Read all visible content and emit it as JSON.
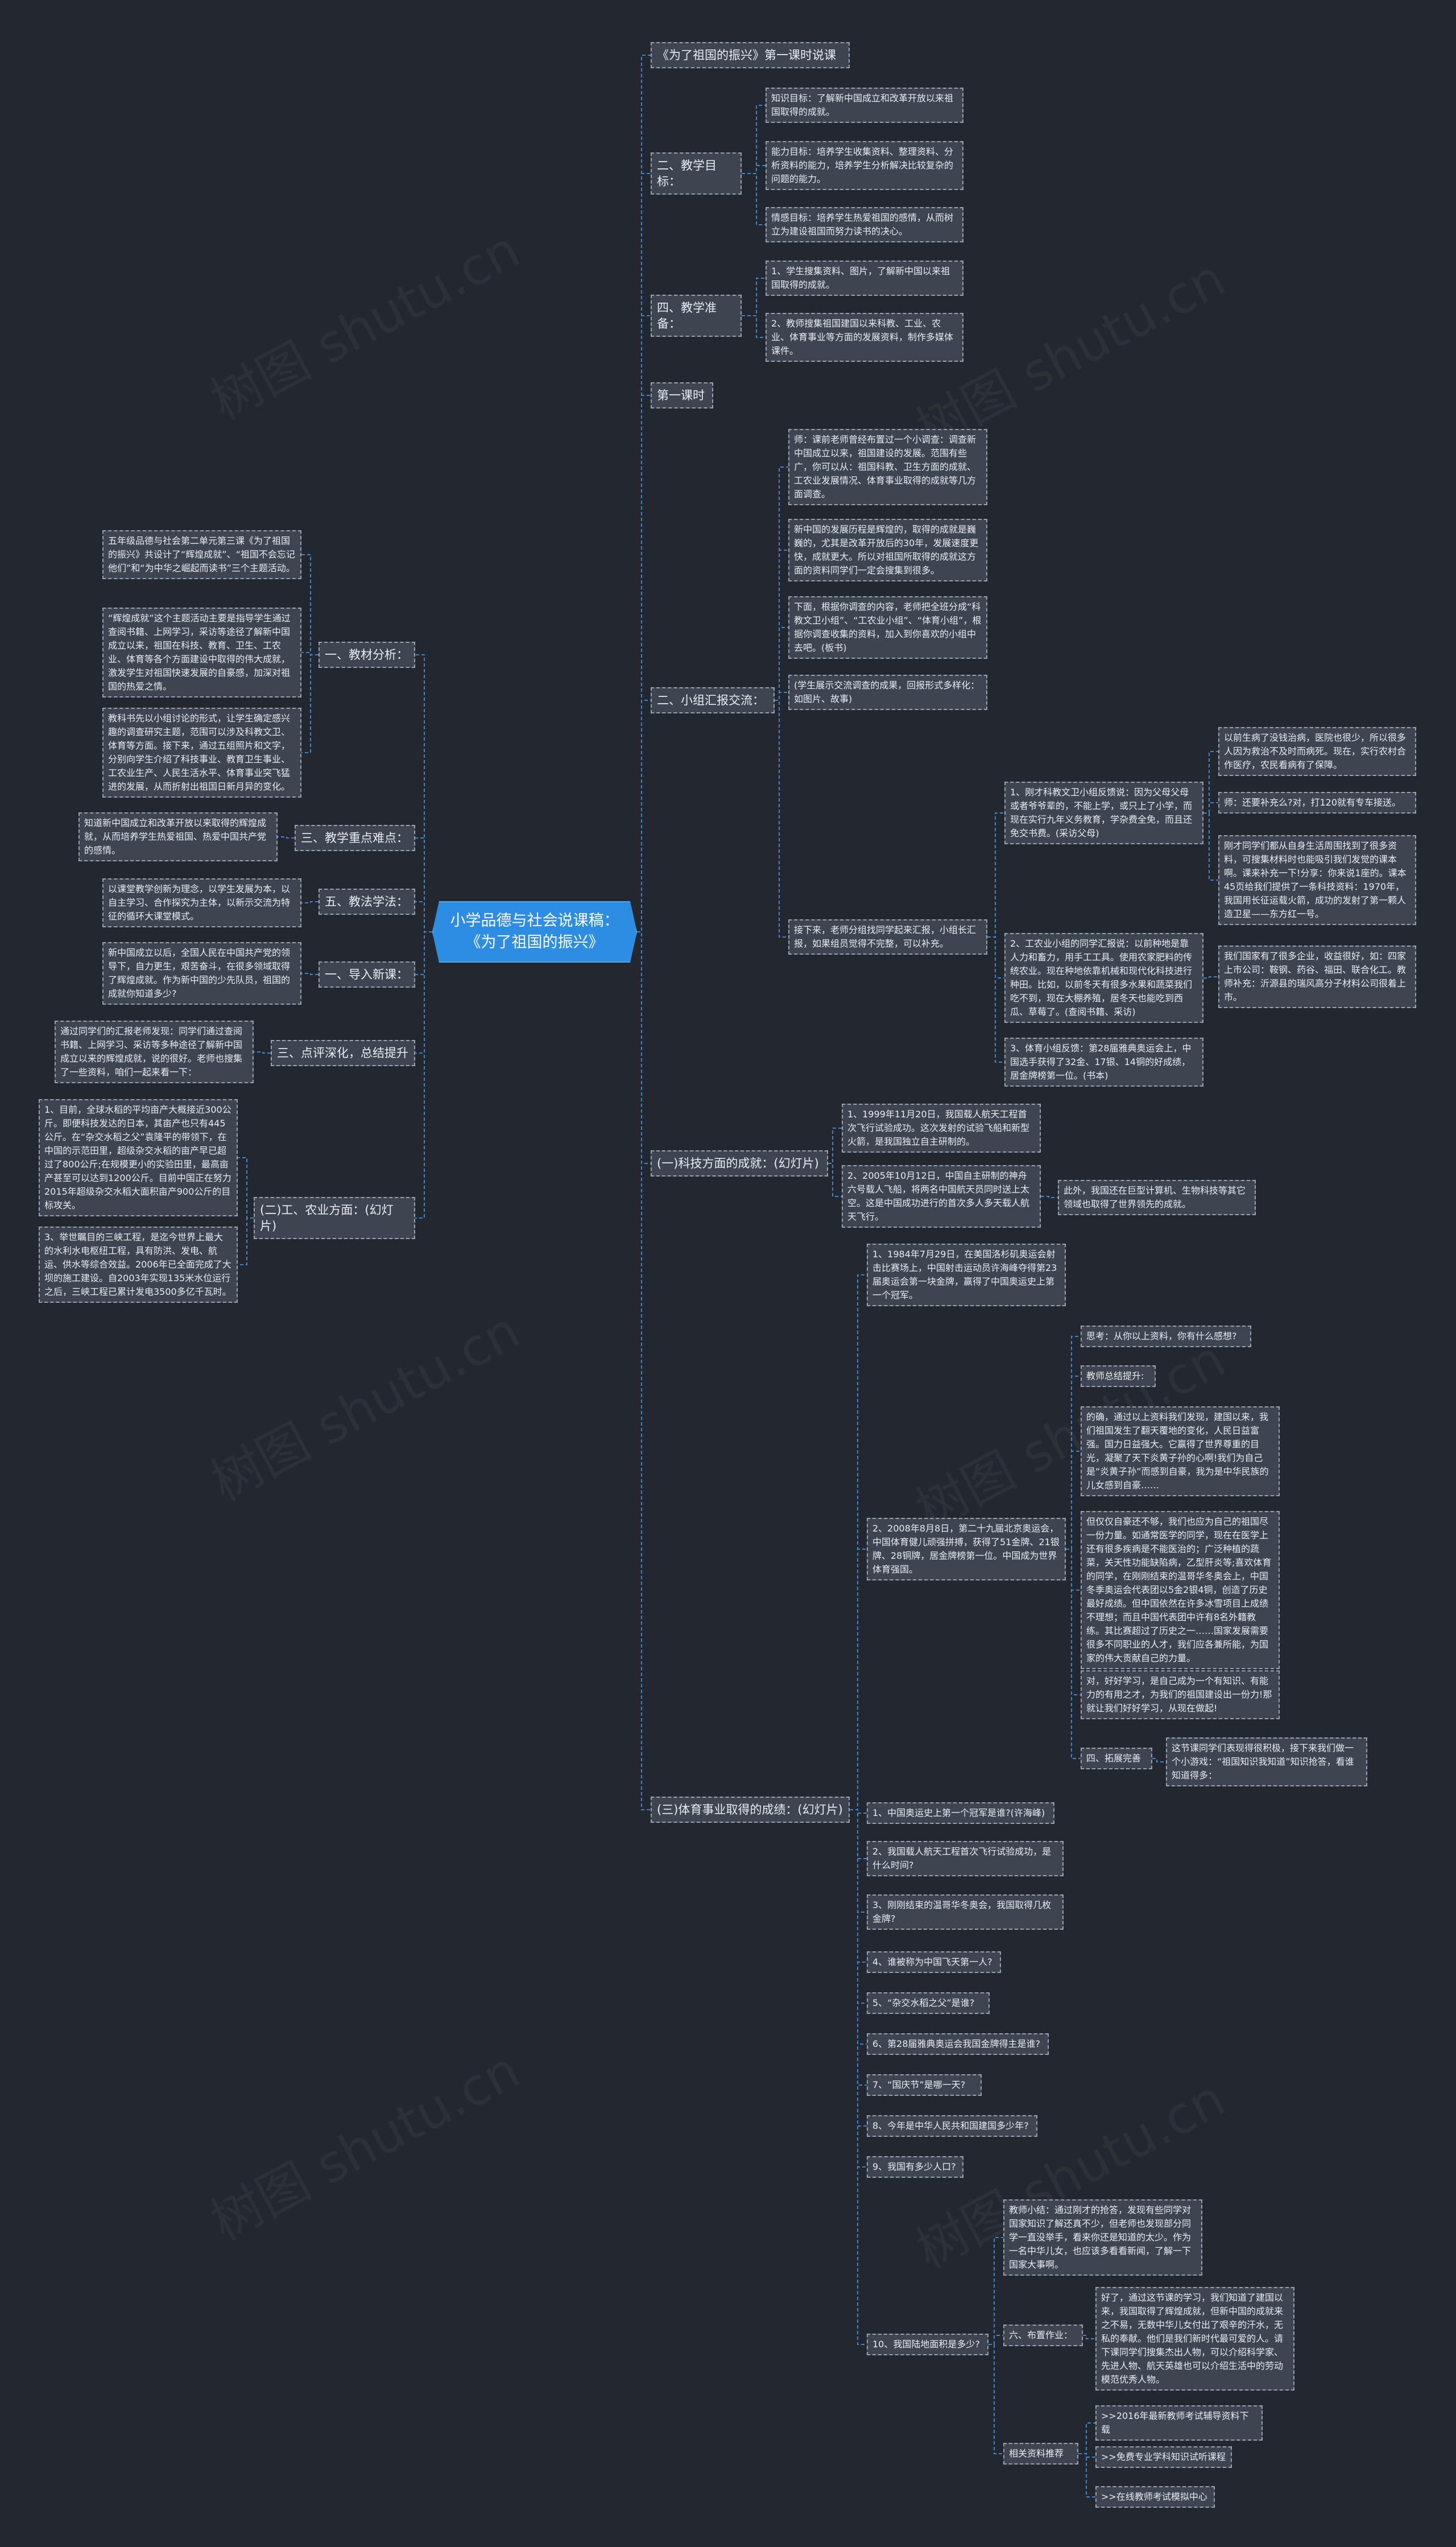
{
  "title": "小学品德与社会说课稿：《为了祖国的振兴》",
  "watermark": "树图 shutu.cn",
  "colors": {
    "background": "#23272f",
    "root": "#2c8de2",
    "node": "#3e4450",
    "line": "#3f86c8"
  },
  "nodes": {
    "r_title": "《为了祖国的振兴》第一课时说课",
    "r_goals": "二、教学目标：",
    "g1": "知识目标：了解新中国成立和改革开放以来祖国取得的成就。",
    "g2": "能力目标：培养学生收集资料、整理资料、分析资料的能力，培养学生分析解决比较复杂的问题的能力。",
    "g3": "情感目标：培养学生热爱祖国的感情，从而树立为建设祖国而努力读书的决心。",
    "r_prep": "四、教学准备：",
    "p1": "1、学生搜集资料、图片，了解新中国以来祖国取得的成就。",
    "p2": "2、教师搜集祖国建国以来科教、工业、农业、体育事业等方面的发展资料，制作多媒体课件。",
    "r_first": "第一课时",
    "r_report": "二、小组汇报交流：",
    "rp1": "师：课前老师曾经布置过一个小调查：调查新中国成立以来，祖国建设的发展。范围有些广，你可以从：祖国科教、卫生方面的成就、工农业发展情况、体育事业取得的成就等几方面调查。",
    "rp2": "新中国的发展历程是辉煌的，取得的成就是巍巍的，尤其是改革开放后的30年，发展速度更快，成就更大。所以对祖国所取得的成就这方面的资料同学们一定会搜集到很多。",
    "rp3": "下面，根据你调查的内容，老师把全班分成“科教文卫小组”、“工农业小组”、“体育小组”，根据你调查收集的资料，加入到你喜欢的小组中去吧。(板书)",
    "rp4": "(学生展示交流调查的成果，回报形式多样化：如图片、故事)",
    "rp5": "接下来，老师分组找同学起来汇报，小组长汇报，如果组员觉得不完整，可以补充。",
    "s1": "1、刚才科教文卫小组反馈说：因为父母父母或者爷爷辈的，不能上学，或只上了小学，而现在实行九年义务教育，学杂费全免，而且还免交书费。(采访父母)",
    "s1a": "以前生病了没钱治病，医院也很少，所以很多人因为救治不及时而病死。现在，实行农村合作医疗，农民看病有了保障。",
    "s1b": "师：还要补充么?对，打120就有专车接送。",
    "s1c": "刚才同学们都从自身生活周围找到了很多资料，可搜集材料时也能吸引我们发觉的课本啊。课来补充一下!分享：你来说1座的。课本45页给我们提供了一条科技资料：1970年，我国用长征运载火箭，成功的发射了第一颗人造卫星——东方红一号。",
    "s2": "2、工农业小组的同学汇报说：以前种地是靠人力和畜力，用手工工具。使用农家肥料的传统农业。现在种地依靠机械和现代化科技进行种田。比如，以前冬天有很多水果和蔬菜我们吃不到，现在大棚养殖，居冬天也能吃到西瓜、草莓了。(查阅书籍、采访)",
    "s2a": "我们国家有了很多企业，收益很好，如：四家上市公司：鞍钢、药谷、福田、联合化工。教师补充：沂源县的瑞风高分子材料公司很着上市。",
    "s3": "3、体育小组反馈：第28届雅典奥运会上，中国选手获得了32金、17银、14铜的好成绩，居金牌榜第一位。(书本)",
    "r_tech": "(一)科技方面的成就：(幻灯片)",
    "t1": "1、1999年11月20日，我国载人航天工程首次飞行试验成功。这次发射的试验飞船和新型火箭，是我国独立自主研制的。",
    "t2": "2、2005年10月12日，中国自主研制的神舟六号载人飞船，将两名中国航天员同时送上太空。这是中国成功进行的首次多人多天载人航天飞行。",
    "t2a": "此外，我国还在巨型计算机、生物科技等其它领域也取得了世界领先的成就。",
    "r_sports": "(三)体育事业取得的成绩：(幻灯片)",
    "sp1": "1、1984年7月29日，在美国洛杉矶奥运会射击比赛场上，中国射击运动员许海峰夺得第23届奥运会第一块金牌，赢得了中国奥运史上第一个冠军。",
    "sp2": "2、2008年8月8日，第二十九届北京奥运会，中国体育健儿顽强拼搏，获得了51金牌、21银牌、28铜牌，居金牌榜第一位。中国成为世界体育强国。",
    "sp2a": "思考：从你以上资料，你有什么感想?",
    "sp2b": "教师总结提升:",
    "sp2c": "的确，通过以上资料我们发现，建国以来，我们祖国发生了翻天覆地的变化，人民日益富强。国力日益强大。它赢得了世界尊重的目光，凝聚了天下炎黄子孙的心啊!我们为自己是“炎黄子孙”而感到自豪，我为是中华民族的儿女感到自豪……",
    "sp2d": "但仅仅自豪还不够，我们也应为自己的祖国尽一份力量。如通常医学的同学，现在在医学上还有很多疾病是不能医治的；广泛种植的蔬菜，关天性功能缺陷病，乙型肝炎等;喜欢体育的同学，在刚刚结束的温哥华冬奥会上，中国冬季奥运会代表团以5金2银4铜，创造了历史最好成绩。但中国依然在许多冰雪项目上成绩不理想；而且中国代表团中许有8名外籍教练。其比赛超过了历史之一……国家发展需要很多不同职业的人才，我们应各兼所能，为国家的伟大贡献自己的力量。",
    "sp2e": "对，好好学习，是自己成为一个有知识、有能力的有用之才，为我们的祖国建设出一份力!那就让我们好好学习，从现在做起!",
    "sp2f": "四、拓展完善",
    "sp2g": "这节课同学们表现得很积极，接下来我们做一个小游戏：“祖国知识我知道”知识抢答，看谁知道得多：",
    "q1": "1、中国奥运史上第一个冠军是谁?(许海峰)",
    "q2": "2、我国载人航天工程首次飞行试验成功，是什么时间?",
    "q3": "3、刚刚结束的温哥华冬奥会，我国取得几枚金牌?",
    "q4": "4、谁被称为中国飞天第一人?",
    "q5": "5、“杂交水稻之父”是谁?",
    "q6": "6、第28届雅典奥运会我国金牌得主是谁?",
    "q7": "7、“国庆节”是哪一天?",
    "q8": "8、今年是中华人民共和国建国多少年?",
    "q9": "9、我国有多少人口?",
    "q10": "10、我国陆地面积是多少?",
    "q10a": "教师小结：通过刚才的抢答，发现有些同学对国家知识了解还真不少，但老师也发现部分同学一直没举手，看来你还是知道的太少。作为一名中华儿女，也应该多看看新闻，了解一下国家大事啊。",
    "q10b": "六、布置作业：",
    "q10c": "好了，通过这节课的学习，我们知道了建国以来，我国取得了辉煌成就，但新中国的成就来之不易，无数中华儿女付出了艰辛的汗水，无私的奉献。他们是我们新时代最可爱的人。请下课同学们搜集杰出人物，可以介绍科学家、先进人物、航天英雄也可以介绍生活中的劳动模范优秀人物。",
    "q10d": "相关资料推荐",
    "q10e": ">>2016年最新教师考试辅导资料下载",
    "q10f": ">>免费专业学科知识试听课程",
    "q10g": ">>在线教师考试模拟中心",
    "l_anal": "一、教材分析：",
    "la1": "五年级品德与社会第二单元第三课《为了祖国的振兴》共设计了“辉煌成就”、“祖国不会忘记他们”和“为中华之崛起而读书”三个主题活动。",
    "la2": "“辉煌成就”这个主题活动主要是指导学生通过查阅书籍、上网学习，采访等途径了解新中国成立以来，祖国在科技、教育、卫生、工农业、体育等各个方面建设中取得的伟大成就，激发学生对祖国快速发展的自豪感，加深对祖国的热爱之情。",
    "la3": "教科书先以小组讨论的形式，让学生确定感兴趣的调查研究主题，范围可以涉及科教文卫、体育等方面。接下来，通过五组照片和文字，分别向学生介绍了科技事业、教育卫生事业、工农业生产、人民生活水平、体育事业突飞猛进的发展，从而折射出祖国日新月异的变化。",
    "l_key": "三、教学重点难点：",
    "lk1": "知道新中国成立和改革开放以来取得的辉煌成就，从而培养学生热爱祖国、热爱中国共产党的感情。",
    "l_method": "五、教法学法：",
    "lm1": "以课堂教学创新为理念，以学生发展为本，以自主学习、合作探究为主体，以新示交流为特征的循环大课堂模式。",
    "l_intro": "一、导入新课：",
    "li1": "新中国成立以后，全国人民在中国共产党的领导下，自力更生，艰苦奋斗，在很多领域取得了辉煌成就。作为新中国的少先队员，祖国的成就你知道多少?",
    "l_review": "三、点评深化，总结提升",
    "lr1": "通过同学们的汇报老师发现：同学们通过查阅书籍、上网学习、采访等多种途径了解新中国成立以来的辉煌成就，说的很好。老师也搜集了一些资料，咱们一起来看一下：",
    "l_agri": "(二)工、农业方面：(幻灯片)",
    "lg1": "1、目前，全球水稻的平均亩产大概接近300公斤。即便科技发达的日本，其亩产也只有445公斤。在“杂交水稻之父”袁隆平的带领下，在中国的示范田里，超级杂交水稻的亩产早已超过了800公斤;在规模更小的实验田里，最高亩产甚至可以达到1200公斤。目前中国正在努力2015年超级杂交水稻大面积亩产900公斤的目标攻关。",
    "lg2": "3、举世瞩目的三峡工程，是迄今世界上最大的水利水电枢纽工程，具有防洪、发电、航运、供水等综合效益。2006年已全面完成了大坝的施工建设。自2003年实现135米水位运行之后，三峡工程已累计发电3500多亿千瓦时。"
  }
}
